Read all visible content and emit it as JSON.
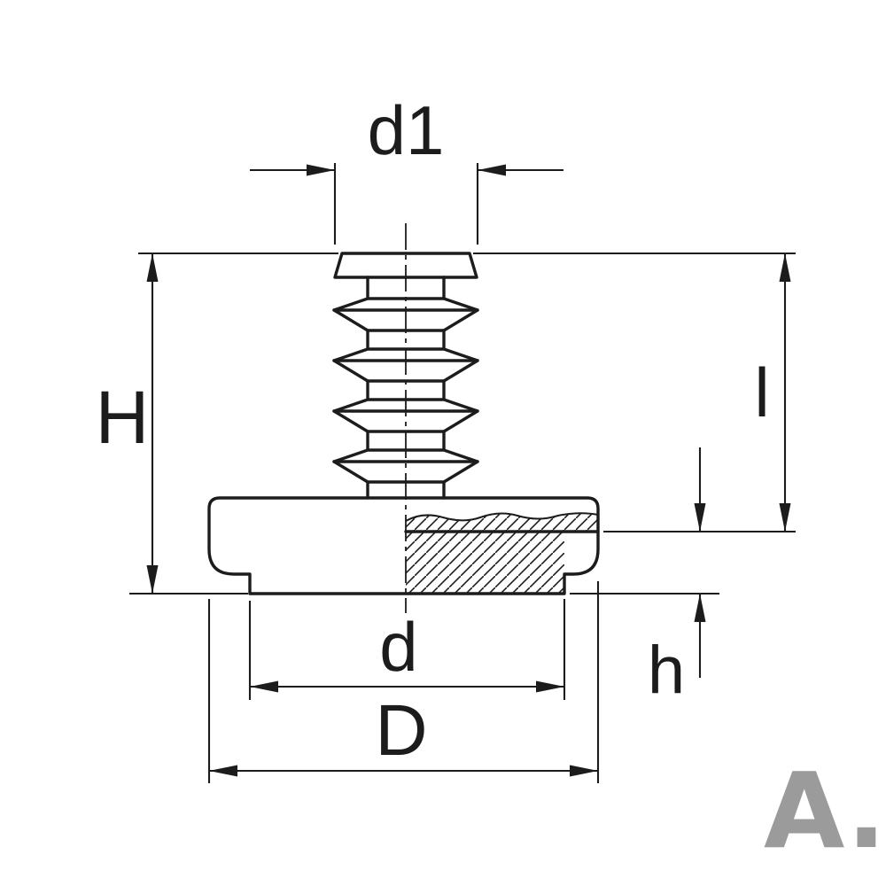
{
  "drawing": {
    "kind": "technical-dimension-drawing",
    "labels": {
      "d1": "d1",
      "H": "H",
      "l": "l",
      "h": "h",
      "d": "d",
      "D": "D"
    },
    "watermark": "A.",
    "colors": {
      "line": "#1c1c1c",
      "watermark": "#9b9b9b",
      "background": "#ffffff"
    }
  }
}
